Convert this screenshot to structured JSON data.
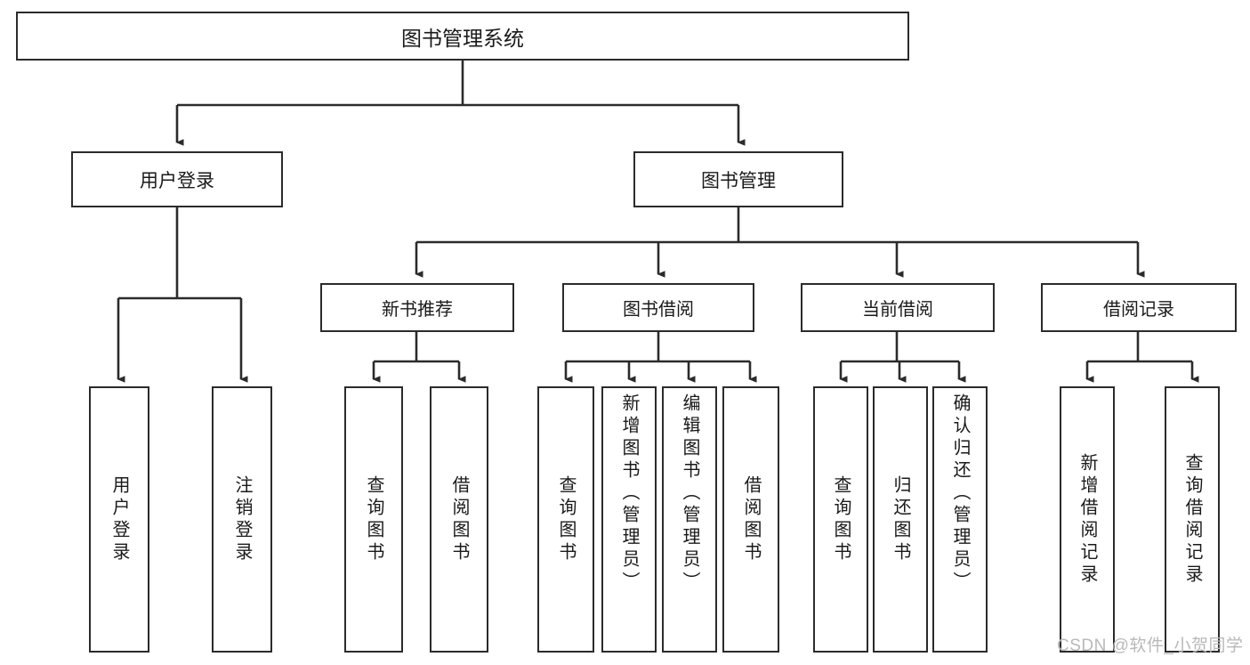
{
  "diagram": {
    "title": "图书管理系统",
    "type": "hierarchy-tree",
    "colors": {
      "background": "#ffffff",
      "box_border": "#2b2b2b",
      "box_fill": "#ffffff",
      "connector": "#2b2b2b",
      "text": "#1a1a1a",
      "watermark": "#b9b9b9"
    },
    "root": {
      "label": "图书管理系统"
    },
    "level1": [
      {
        "label": "用户登录"
      },
      {
        "label": "图书管理"
      }
    ],
    "level2": [
      {
        "label": "新书推荐"
      },
      {
        "label": "图书借阅"
      },
      {
        "label": "当前借阅"
      },
      {
        "label": "借阅记录"
      }
    ],
    "leaves": {
      "user_login": [
        {
          "label": "用户登录"
        },
        {
          "label": "注销登录"
        }
      ],
      "new_book_recommend": [
        {
          "label": "查询图书"
        },
        {
          "label": "借阅图书"
        }
      ],
      "book_borrow": [
        {
          "label": "查询图书"
        },
        {
          "label": "新增图书（管理员）"
        },
        {
          "label": "编辑图书（管理员）"
        },
        {
          "label": "借阅图书"
        }
      ],
      "current_borrow": [
        {
          "label": "查询图书"
        },
        {
          "label": "归还图书"
        },
        {
          "label": "确认归还（管理员）"
        }
      ],
      "borrow_record": [
        {
          "label": "新增借阅记录"
        },
        {
          "label": "查询借阅记录"
        }
      ]
    }
  },
  "watermark": {
    "text": "CSDN @软件_小贺同学"
  }
}
